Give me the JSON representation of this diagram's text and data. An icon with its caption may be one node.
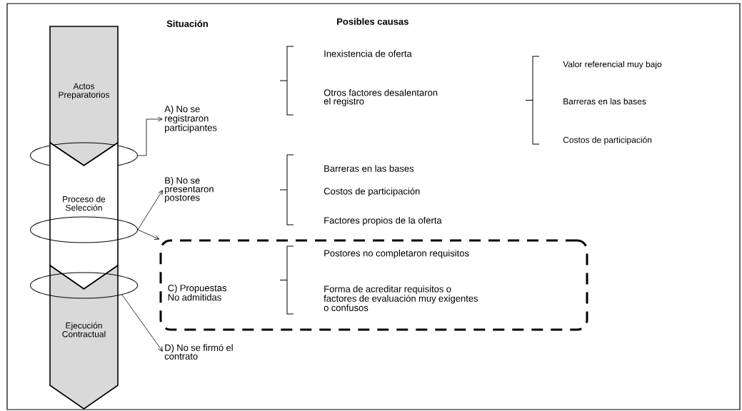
{
  "diagram": {
    "nodes": [
      {
        "text": [
          "Actos Preparatorios"
        ]
      },
      {
        "text": [],
        "shape": "ellipse"
      },
      {
        "text": [
          "A) No se registraron participantes"
        ]
      },
      {
        "text": [
          "Proceso de Selección"
        ]
      },
      {
        "text": [
          "B) No se presentaron postores"
        ]
      },
      {
        "text": [],
        "shape": "ellipse"
      },
      {
        "text": [],
        "shape": "box"
      },
      {
        "text": [
          "C) Propuestas No admitidas"
        ],
        "in": 6
      },
      {
        "text": [
          "Ejecución Contractual"
        ]
      },
      {
        "text": [],
        "shape": "ellipse"
      },
      {
        "text": [
          "D) No se firmó el contrato"
        ]
      }
    ],
    "edges": [
      {
        "from": 1,
        "to": 2,
        "arrow": "to"
      },
      {
        "from": 5,
        "to": 4,
        "arrow": "to"
      },
      {
        "from": 5,
        "to": 6,
        "arrow": "to"
      },
      {
        "from": 9,
        "to": 10,
        "arrow": "to"
      }
    ],
    "labels": [
      "Situación",
      "Posibles causas",
      "Inexistencia de oferta",
      "Otros factores desalentaron el registro",
      "Valor referencial muy bajo",
      "Barreras en las bases",
      "Costos de participación",
      "Barreras en las bases",
      "Costos de participación",
      "Factores propios de la oferta",
      "Postores no completaron requisitos",
      "Forma de acreditar requisitos o factores de evaluación muy exigentes o confusos"
    ]
  }
}
